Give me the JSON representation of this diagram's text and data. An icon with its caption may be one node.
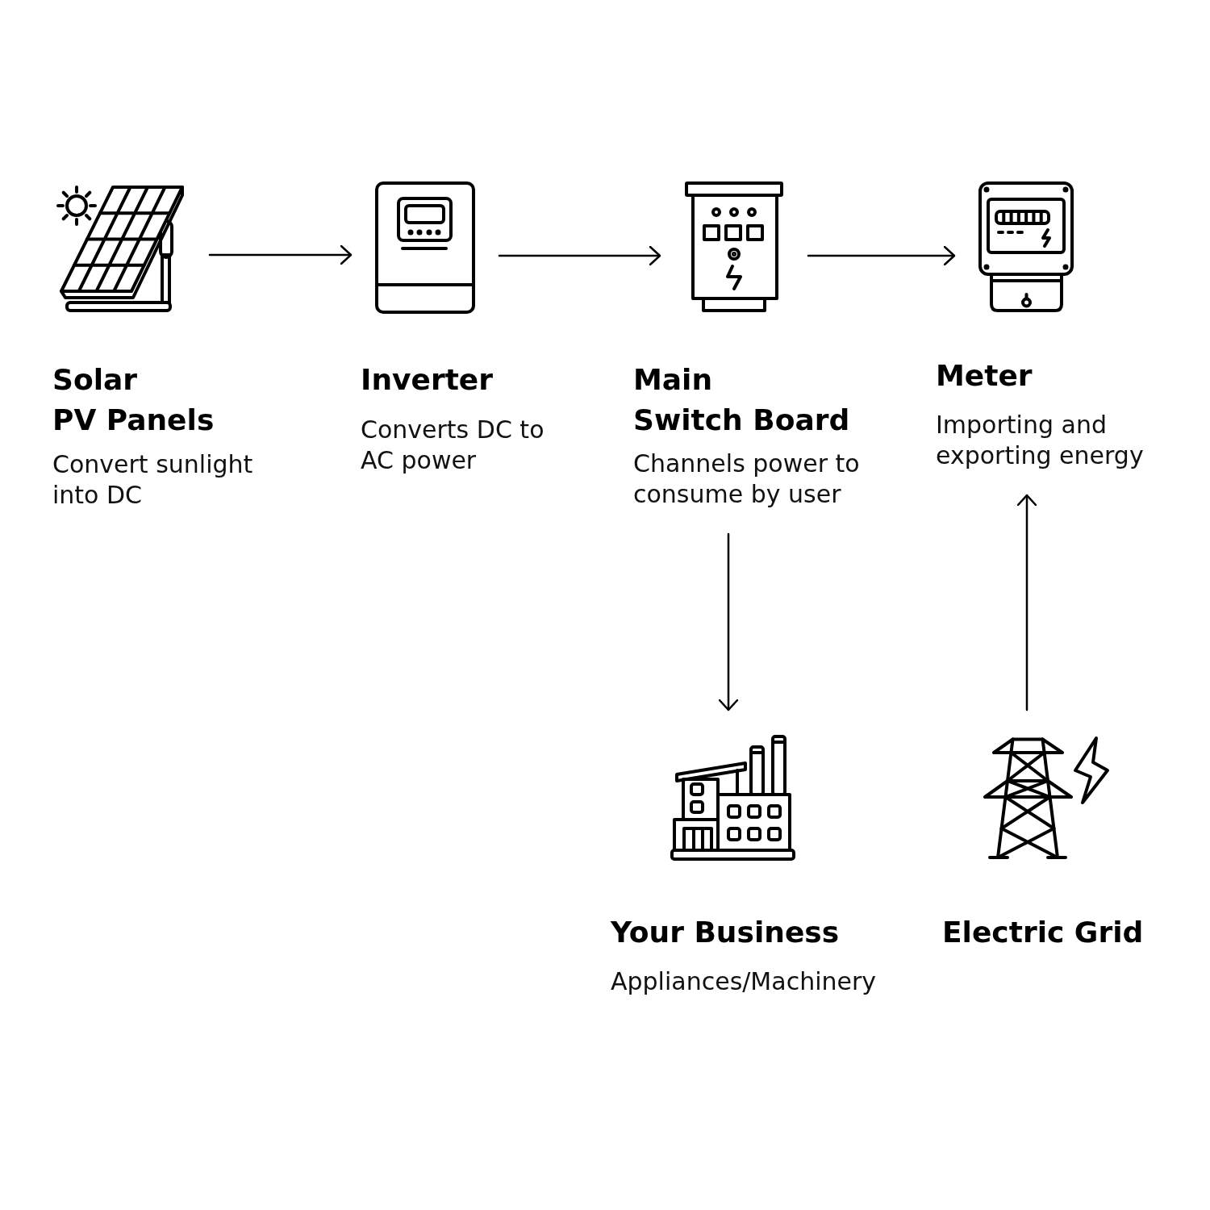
{
  "diagram": {
    "nodes": [
      {
        "text": [
          "Solar PV Panels",
          "Convert sunlight into DC"
        ]
      },
      {
        "text": [
          "Inverter",
          "Converts DC to AC power"
        ]
      },
      {
        "text": [
          "Main Switch Board",
          "Channels power to consume by user"
        ]
      },
      {
        "text": [
          "Meter",
          "Importing and exporting energy"
        ]
      },
      {
        "text": [
          "Your Business",
          "Appliances/Machinery"
        ]
      },
      {
        "text": [
          "Electric Grid"
        ]
      }
    ],
    "edges": [
      {
        "from": 0,
        "to": 1,
        "arrow": "to"
      },
      {
        "from": 1,
        "to": 2,
        "arrow": "to"
      },
      {
        "from": 2,
        "to": 3,
        "arrow": "to"
      },
      {
        "from": 2,
        "to": 4,
        "arrow": "to"
      },
      {
        "from": 5,
        "to": 3,
        "arrow": "to"
      }
    ]
  }
}
